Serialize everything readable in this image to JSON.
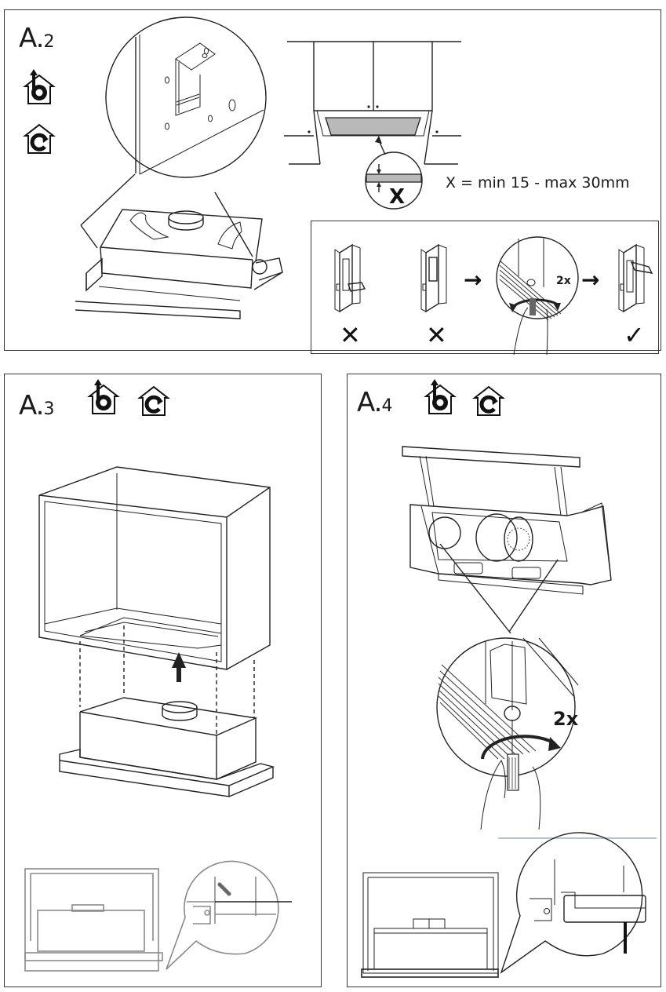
{
  "document": {
    "type": "installation-instructions",
    "subject": "telescopic cooker hood installation"
  },
  "steps": [
    {
      "id": "A2",
      "label_letter": "A.",
      "label_number": "2",
      "mode_icons": [
        "ducted-extraction-icon",
        "recirculation-icon"
      ],
      "spec_text": "X = min 15 - max 30mm",
      "dimension_marker": "X",
      "bracket_sequence": {
        "items": [
          {
            "state": "bracket-flap-down",
            "result": "incorrect",
            "mark": "✕"
          },
          {
            "state": "bracket-flap-closed",
            "result": "incorrect",
            "mark": "✕"
          },
          {
            "state": "screwdriver-turn",
            "result": "action",
            "mark": "",
            "count_label": "2x"
          },
          {
            "state": "bracket-flap-up",
            "result": "correct",
            "mark": "✓"
          }
        ],
        "arrow": "→"
      }
    },
    {
      "id": "A3",
      "label_letter": "A.",
      "label_number": "3",
      "mode_icons": [
        "ducted-extraction-icon",
        "recirculation-icon"
      ],
      "illustration": "hood inserted upward into wall cabinet",
      "detail": "side view with callout of bracket engagement"
    },
    {
      "id": "A4",
      "label_letter": "A.",
      "label_number": "4",
      "mode_icons": [
        "ducted-extraction-icon",
        "recirculation-icon"
      ],
      "count_label": "2x",
      "illustration": "hood with bracket screws tightened by screwdriver",
      "detail": "side view with callout of front panel flush against cabinet"
    }
  ],
  "colors": {
    "line": "#222222",
    "border": "#3a3a3a",
    "filter_fill": "#b9b9b9",
    "detail_grey": "#8a8a8a",
    "divider_blue": "#b8c4cc"
  }
}
